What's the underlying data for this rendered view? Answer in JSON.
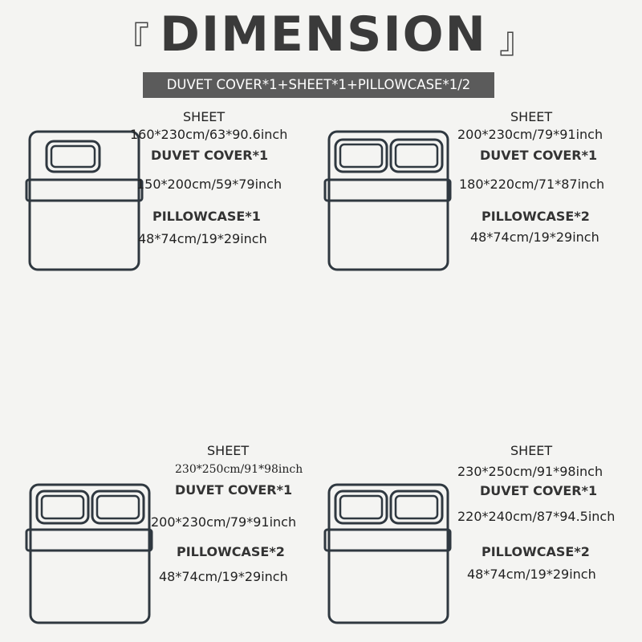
{
  "header": {
    "bracket_left": "『",
    "title": "DIMENSION",
    "bracket_right": "』",
    "banner": "DUVET COVER*1+SHEET*1+PILLOWCASE*1/2"
  },
  "panels": [
    {
      "sheet_label": "SHEET",
      "sheet_size": "160*230cm/63*90.6inch",
      "duvet_label": "DUVET COVER*1",
      "duvet_size": "150*200cm/59*79inch",
      "pillow_label": "PILLOWCASE*1",
      "pillow_size": "48*74cm/19*29inch",
      "bed_icon": "single-bed-icon"
    },
    {
      "sheet_label": "SHEET",
      "sheet_size": "200*230cm/79*91inch",
      "duvet_label": "DUVET COVER*1",
      "duvet_size": "180*220cm/71*87inch",
      "pillow_label": "PILLOWCASE*2",
      "pillow_size": "48*74cm/19*29inch",
      "bed_icon": "double-bed-icon"
    },
    {
      "sheet_label": "SHEET",
      "sheet_size": "230*250cm/91*98inch",
      "duvet_label": "DUVET COVER*1",
      "duvet_size": "200*230cm/79*91inch",
      "pillow_label": "PILLOWCASE*2",
      "pillow_size": "48*74cm/19*29inch",
      "bed_icon": "double-bed-icon"
    },
    {
      "sheet_label": "SHEET",
      "sheet_size": "230*250cm/91*98inch",
      "duvet_label": "DUVET COVER*1",
      "duvet_size": "220*240cm/87*94.5inch",
      "pillow_label": "PILLOWCASE*2",
      "pillow_size": "48*74cm/19*29inch",
      "bed_icon": "double-bed-icon"
    }
  ],
  "colors": {
    "banner_bg": "#5b5b5b",
    "line": "#2f3840",
    "background": "#f4f4f2"
  }
}
